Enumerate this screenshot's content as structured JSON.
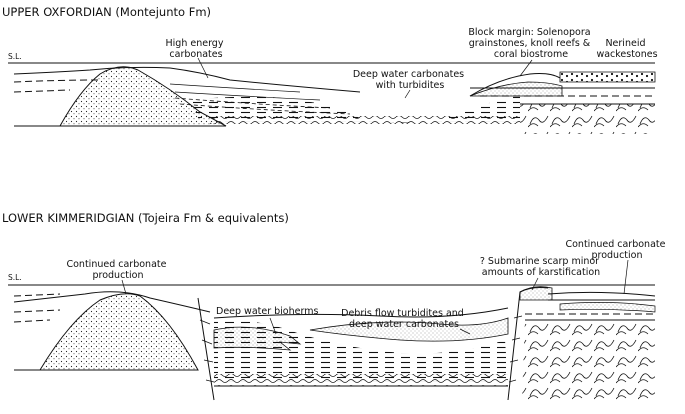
{
  "upper": {
    "title": "UPPER OXFORDIAN (Montejunto Fm)",
    "sea_level": "S.L.",
    "high_energy": [
      "High energy",
      "carbonates"
    ],
    "deep_water": [
      "Deep water carbonates",
      "with turbidites"
    ],
    "block_margin": [
      "Block margin: Solenopora",
      "grainstones, knoll reefs &",
      "coral biostrome"
    ],
    "nerineid": [
      "Nerineid",
      "wackestones"
    ]
  },
  "lower": {
    "title": "LOWER KIMMERIDGIAN (Tojeira Fm & equivalents)",
    "sea_level": "S.L.",
    "continued_left": [
      "Continued carbonate",
      "production"
    ],
    "bioherms": "Deep water bioherms",
    "debris_flow": [
      "Debris flow turbidites and",
      "deep water carbonates"
    ],
    "scarp": [
      "? Submarine scarp minor",
      "amounts of karstification"
    ],
    "continued_right": [
      "Continued carbonate",
      "production"
    ]
  },
  "colors": {
    "ink": "#111111",
    "background": "#ffffff"
  }
}
